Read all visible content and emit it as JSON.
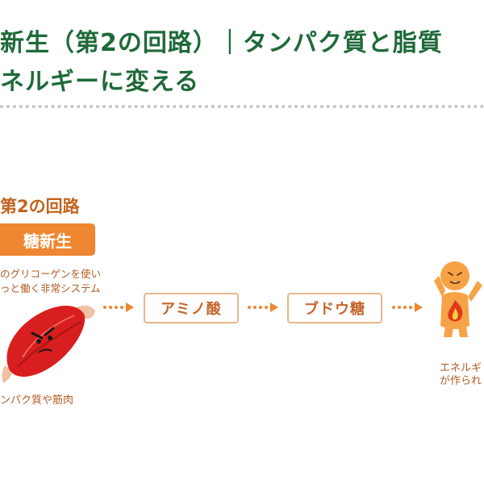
{
  "header": {
    "line1": "新生（第2の回路）｜タンパク質と脂質",
    "line2": "ネルギーに変える"
  },
  "route": {
    "title": "第2の回路",
    "badge": "糖新生",
    "desc_line1": "のグリコーゲンを使い",
    "desc_line2": "っと働く非常システム",
    "source_label": "ンパク質や筋肉"
  },
  "flow": {
    "step1": "アミノ酸",
    "step2": "ブドウ糖",
    "result_line1": "エネルギ",
    "result_line2": "が作られ"
  },
  "icons": [
    "muscle-character-icon",
    "dotted-arrow-icon",
    "energetic-person-icon",
    "flame-icon"
  ],
  "colors": {
    "header_green": "#1f6a3a",
    "accent_orange": "#ef8631",
    "text_brown": "#b25b22",
    "box_border": "#e8b88a"
  }
}
